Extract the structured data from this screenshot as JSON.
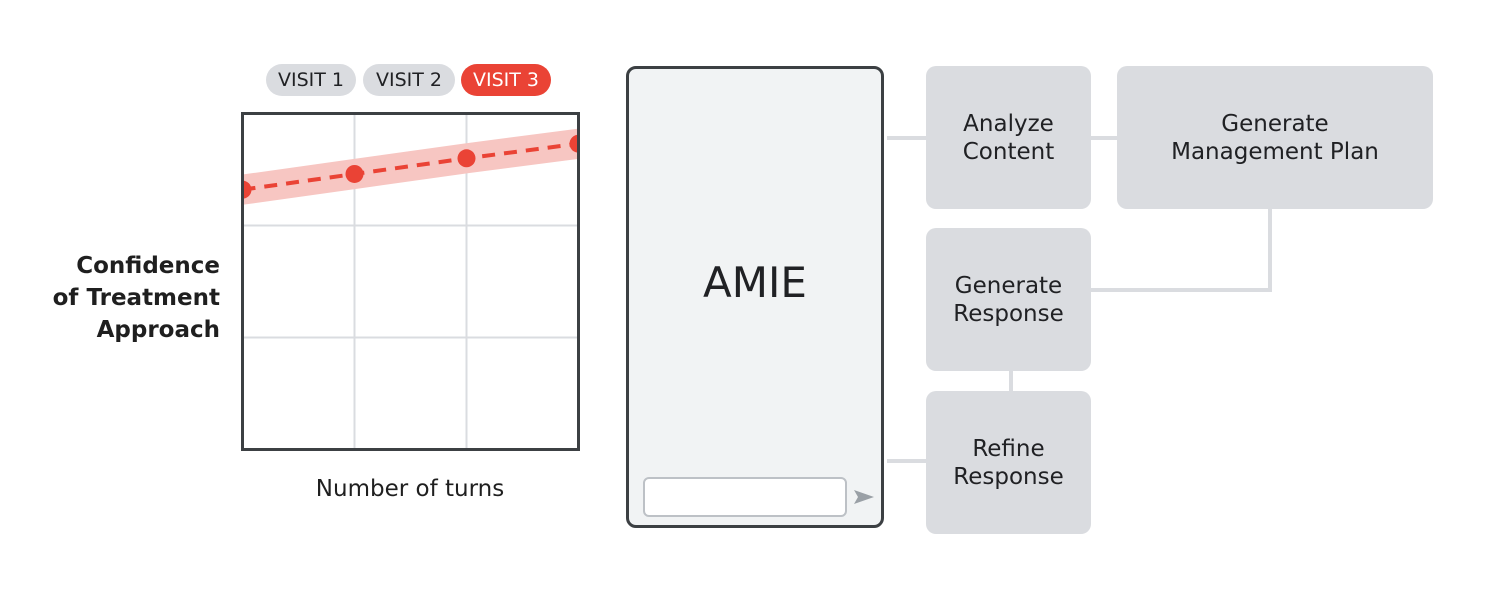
{
  "visits": [
    {
      "label": "VISIT 1",
      "active": false
    },
    {
      "label": "VISIT 2",
      "active": false
    },
    {
      "label": "VISIT 3",
      "active": true
    }
  ],
  "chart_data": {
    "type": "line",
    "title": "",
    "xlabel": "Number of turns",
    "ylabel": "Confidence\nof Treatment\nApproach",
    "x": [
      0,
      1,
      2,
      3
    ],
    "xlim": [
      0,
      3
    ],
    "ylim": [
      0,
      3
    ],
    "grid": true,
    "series": [
      {
        "values": [
          2.32,
          2.46,
          2.6,
          2.73
        ],
        "color": "#ea4335",
        "band_color": "#f7c6c2",
        "style": "dashed"
      }
    ]
  },
  "amie": {
    "title": "AMIE",
    "input_value": "",
    "input_placeholder": ""
  },
  "steps": {
    "analyze": "Analyze\nContent",
    "plan": "Generate\nManagement Plan",
    "generate": "Generate\nResponse",
    "refine": "Refine\nResponse"
  },
  "colors": {
    "accent": "#ea4335",
    "pill": "#dadce0",
    "box": "#dadce0",
    "connector": "#dadce0",
    "panel_border": "#3c4043"
  }
}
